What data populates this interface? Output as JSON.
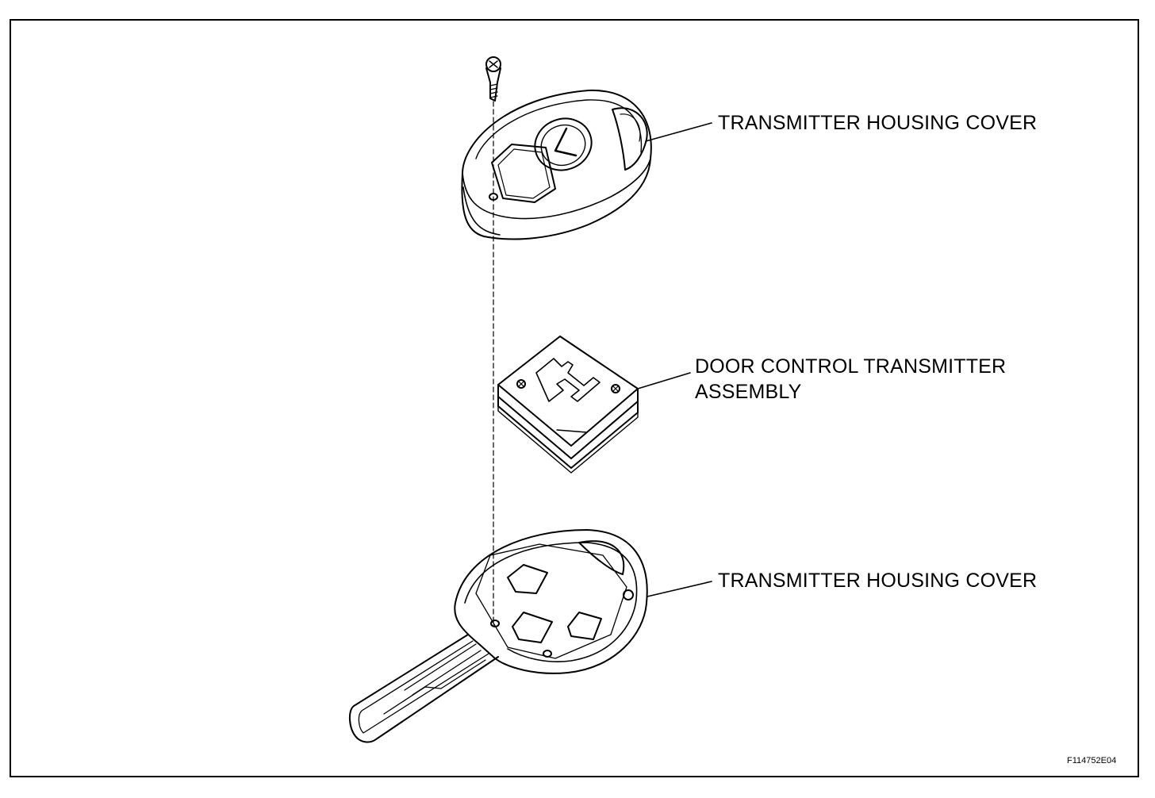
{
  "labels": {
    "top_cover": "TRANSMITTER HOUSING COVER",
    "assembly_line1": "DOOR CONTROL TRANSMITTER",
    "assembly_line2": "ASSEMBLY",
    "bottom_cover": "TRANSMITTER HOUSING COVER"
  },
  "figure_code": "F114752E04",
  "line_color": "#000000",
  "background_color": "#ffffff"
}
